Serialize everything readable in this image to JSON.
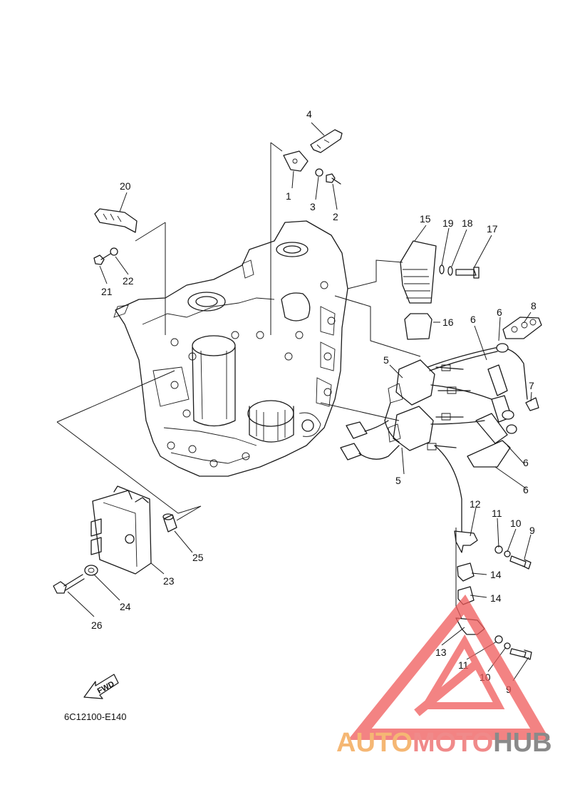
{
  "diagram": {
    "code": "6C12100-E140",
    "fwd_label": "FWD",
    "callouts": {
      "c1": "1",
      "c2": "2",
      "c3": "3",
      "c4": "4",
      "c5a": "5",
      "c5b": "5",
      "c6a": "6",
      "c6b": "6",
      "c6c": "6",
      "c6d": "6",
      "c7": "7",
      "c8": "8",
      "c9a": "9",
      "c9b": "9",
      "c10a": "10",
      "c10b": "10",
      "c11a": "11",
      "c11b": "11",
      "c12": "12",
      "c13": "13",
      "c14a": "14",
      "c14b": "14",
      "c15": "15",
      "c16": "16",
      "c17": "17",
      "c18": "18",
      "c19": "19",
      "c20": "20",
      "c21": "21",
      "c22": "22",
      "c23": "23",
      "c24": "24",
      "c25": "25",
      "c26": "26"
    }
  },
  "watermark": {
    "word_a": "AUTO",
    "word_b": "MOTO",
    "word_c": "HUB",
    "colors": {
      "a": "#f5b774",
      "b": "#f08a8a",
      "c": "#8a8a8a",
      "triangle": "#ef5a5a"
    }
  }
}
